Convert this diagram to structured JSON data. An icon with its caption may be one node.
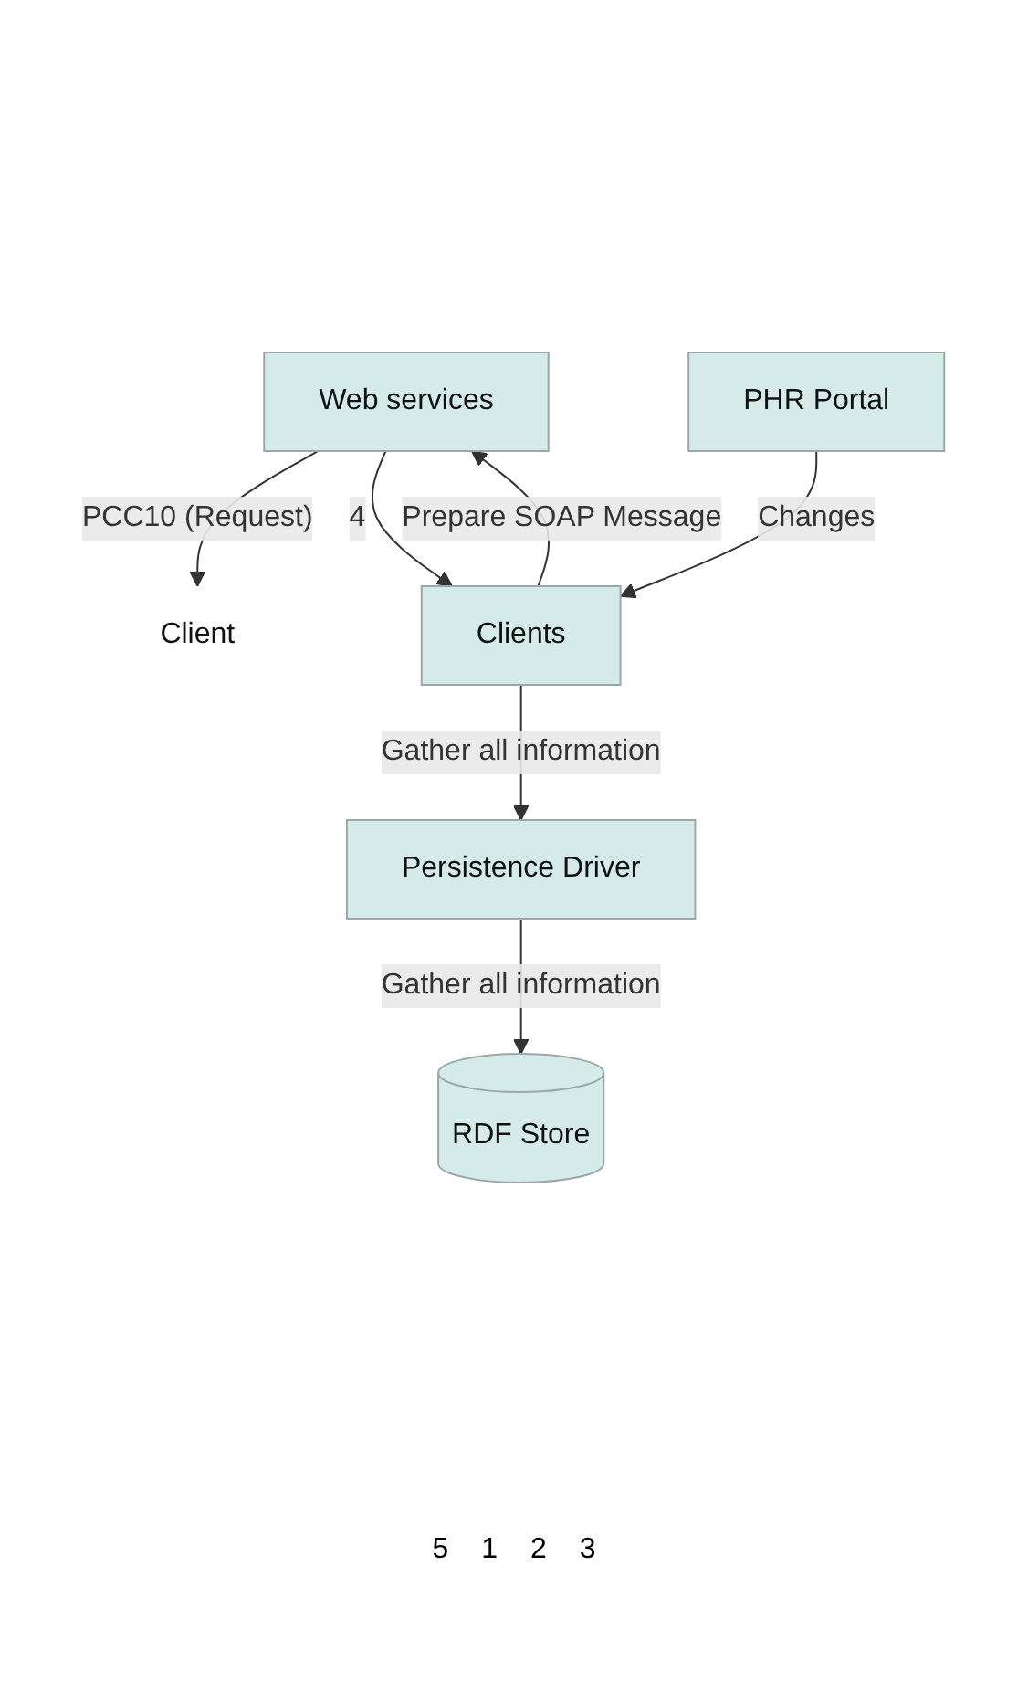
{
  "diagram": {
    "nodes": [
      {
        "text": [
          "Client"
        ]
      },
      {
        "text": [
          "Web services"
        ]
      },
      {
        "text": [
          "Clients"
        ]
      },
      {
        "text": [
          "PHR Portal"
        ]
      },
      {
        "text": [
          "Persistence Driver"
        ]
      },
      {
        "text": [
          "RDF Store"
        ]
      }
    ],
    "edges": [
      {
        "from": 1,
        "to": 0,
        "arrow": "to",
        "label": "PCC10 (Request)"
      },
      {
        "from": 1,
        "to": 2,
        "arrow": "to",
        "label": "4"
      },
      {
        "from": 2,
        "to": 1,
        "arrow": "to",
        "label": "Prepare SOAP Message"
      },
      {
        "from": 3,
        "to": 2,
        "arrow": "to",
        "label": "Changes"
      },
      {
        "from": 2,
        "to": 4,
        "arrow": "to",
        "label": "Gather all information"
      },
      {
        "from": 4,
        "to": 5,
        "arrow": "to",
        "label": "Gather all information"
      }
    ],
    "labels": [
      "5",
      "1",
      "2",
      "3"
    ]
  }
}
